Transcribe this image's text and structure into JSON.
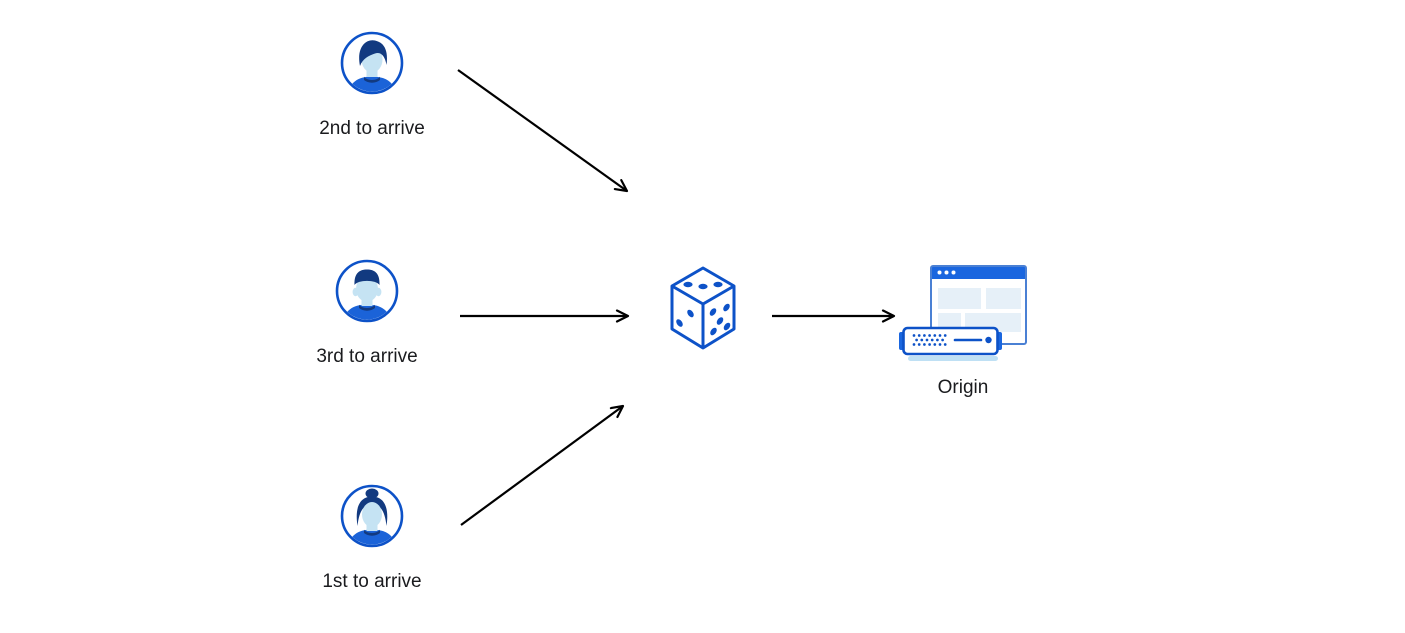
{
  "diagram": {
    "nodes": {
      "visitor_second": {
        "label": "2nd to arrive",
        "icon": "person-avatar-swept-hair"
      },
      "visitor_third": {
        "label": "3rd to arrive",
        "icon": "person-avatar-flat-top"
      },
      "visitor_first": {
        "label": "1st to arrive",
        "icon": "person-avatar-bun"
      },
      "dice": {
        "icon": "dice"
      },
      "origin": {
        "label": "Origin",
        "icon": "browser-window-with-server"
      }
    },
    "edges": [
      {
        "from": "visitor_second",
        "to": "dice"
      },
      {
        "from": "visitor_third",
        "to": "dice"
      },
      {
        "from": "visitor_first",
        "to": "dice"
      },
      {
        "from": "dice",
        "to": "origin"
      }
    ],
    "colors": {
      "background": "#ffffff",
      "primary_blue": "#0d52c8",
      "dark_blue": "#123a80",
      "shirt_blue": "#1b63d8",
      "face_blue": "#c5e3f3",
      "titlebar_blue": "#1a66df",
      "window_border": "#4a80d4",
      "panel_blue": "#e6f0f8",
      "base_blue": "#bfe0f4",
      "arrow_black": "#000000",
      "text_black": "#1a1b1e"
    }
  }
}
